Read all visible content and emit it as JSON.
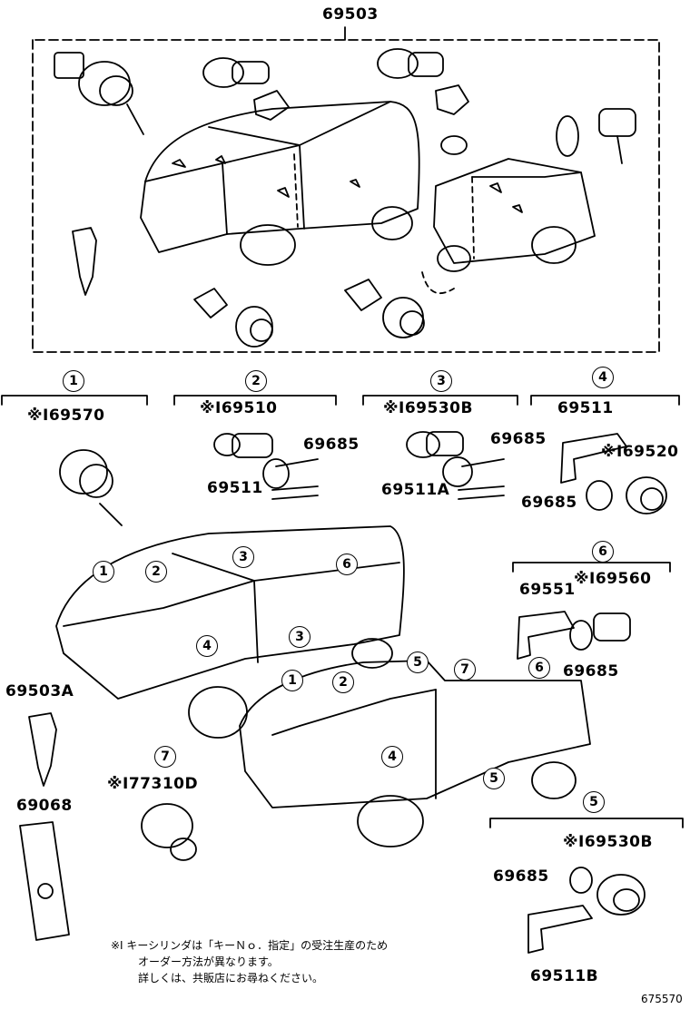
{
  "top": {
    "part": "69503"
  },
  "groups": [
    {
      "num": "1",
      "part_a": "※Ⅰ69570"
    },
    {
      "num": "2",
      "part_a": "※Ⅰ69510",
      "part_b": "69685",
      "part_c": "69511"
    },
    {
      "num": "3",
      "part_a": "※Ⅰ69530B",
      "part_b": "69685",
      "part_c": "69511A"
    },
    {
      "num": "4",
      "part_a": "69511",
      "part_b": "※Ⅰ69520",
      "part_c": "69685"
    },
    {
      "num": "6",
      "part_a": "69551",
      "part_b": "※Ⅰ69560",
      "part_c": "69685"
    },
    {
      "num": "7",
      "part_a": "※Ⅰ77310D"
    },
    {
      "num": "5",
      "part_a": "※Ⅰ69530B",
      "part_b": "69685",
      "part_c": "69511B"
    }
  ],
  "loose": {
    "key": "69503A",
    "case": "69068"
  },
  "callouts": [
    "1",
    "2",
    "3",
    "6",
    "4",
    "3",
    "1",
    "2",
    "5",
    "7",
    "6",
    "4",
    "5"
  ],
  "note": {
    "line1": "※Ⅰ キーシリンダは「キーＮｏ．指定」の受注生産のため",
    "line2": "オーダー方法が異なります。",
    "line3": "詳しくは、共販店にお尋ねください。"
  },
  "diagram_code": "675570"
}
